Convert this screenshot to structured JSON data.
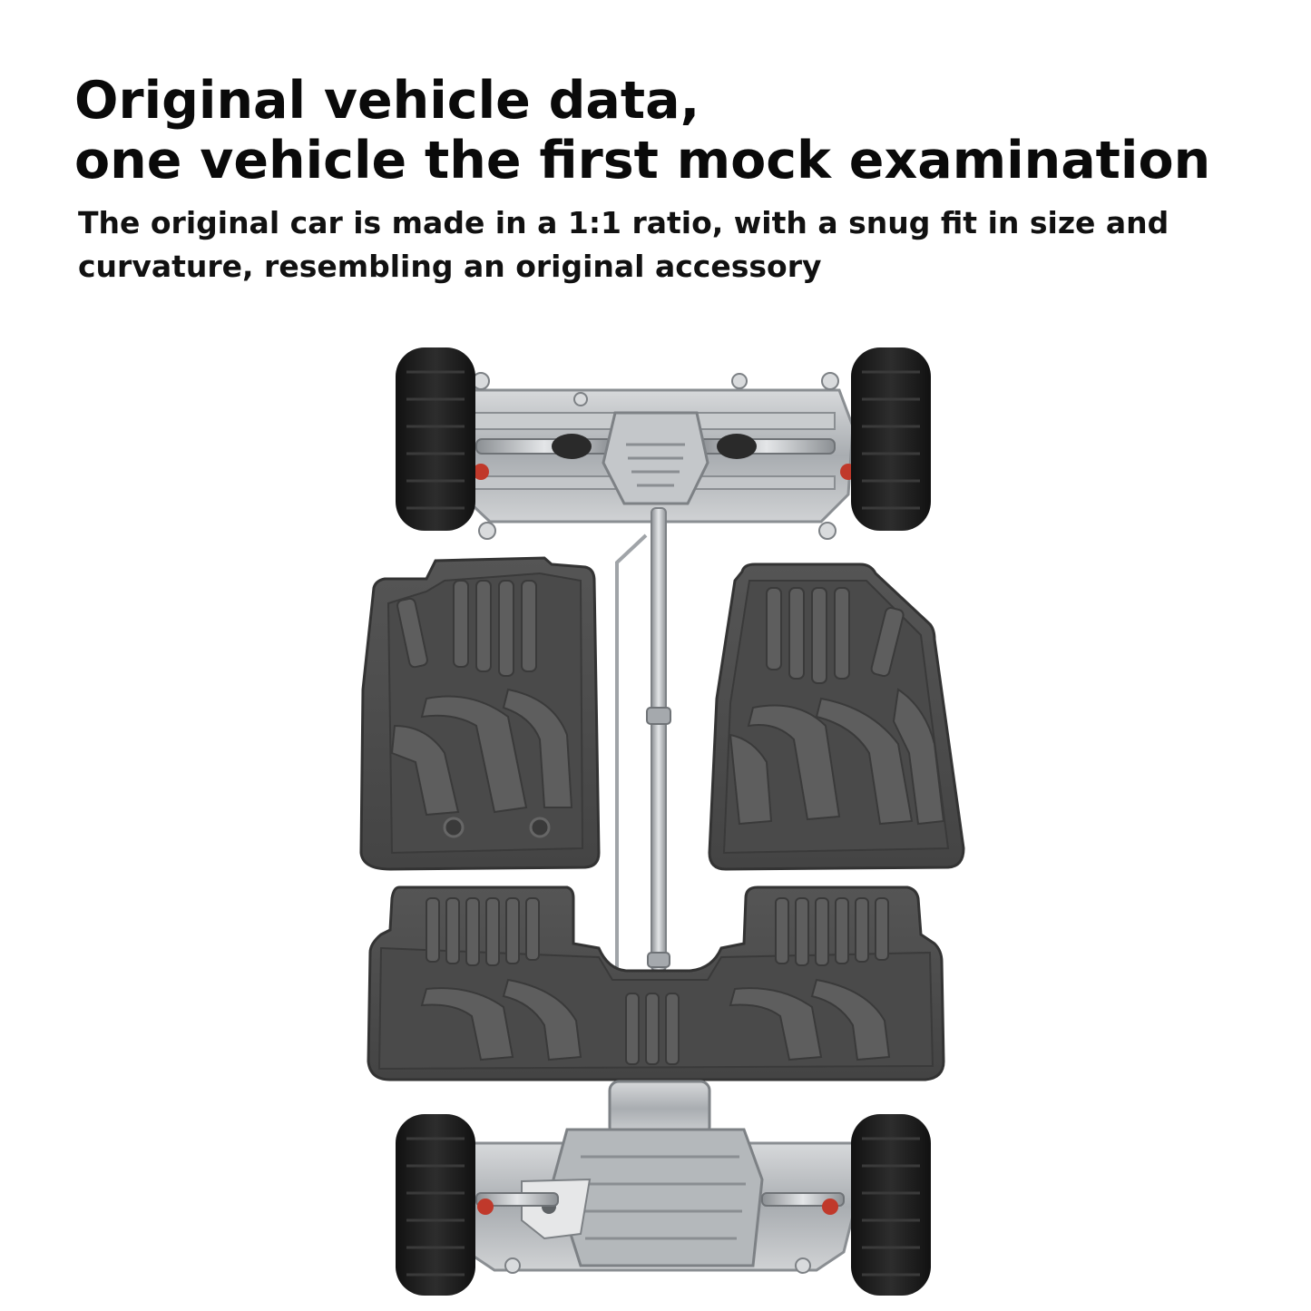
{
  "headline": {
    "line1": "Original vehicle data,",
    "line2": "one vehicle the first mock examination"
  },
  "subheadline": {
    "line1": "The original car is made in a 1:1 ratio, with a snug fit in size and",
    "line2": "curvature, resembling an original accessory"
  },
  "illustration": {
    "parts": [
      "chassis-icon",
      "wheel-icon",
      "floor-mat-icon",
      "drive-shaft-icon"
    ],
    "colors": {
      "mat": "#4a4a4a",
      "mat_ridge": "#5e5e5e",
      "mat_edge": "#333333",
      "tire": "#1e1e1e",
      "metal": "#b9bcbf",
      "metal_dark": "#7d8185",
      "accent_red": "#c0392b"
    }
  }
}
